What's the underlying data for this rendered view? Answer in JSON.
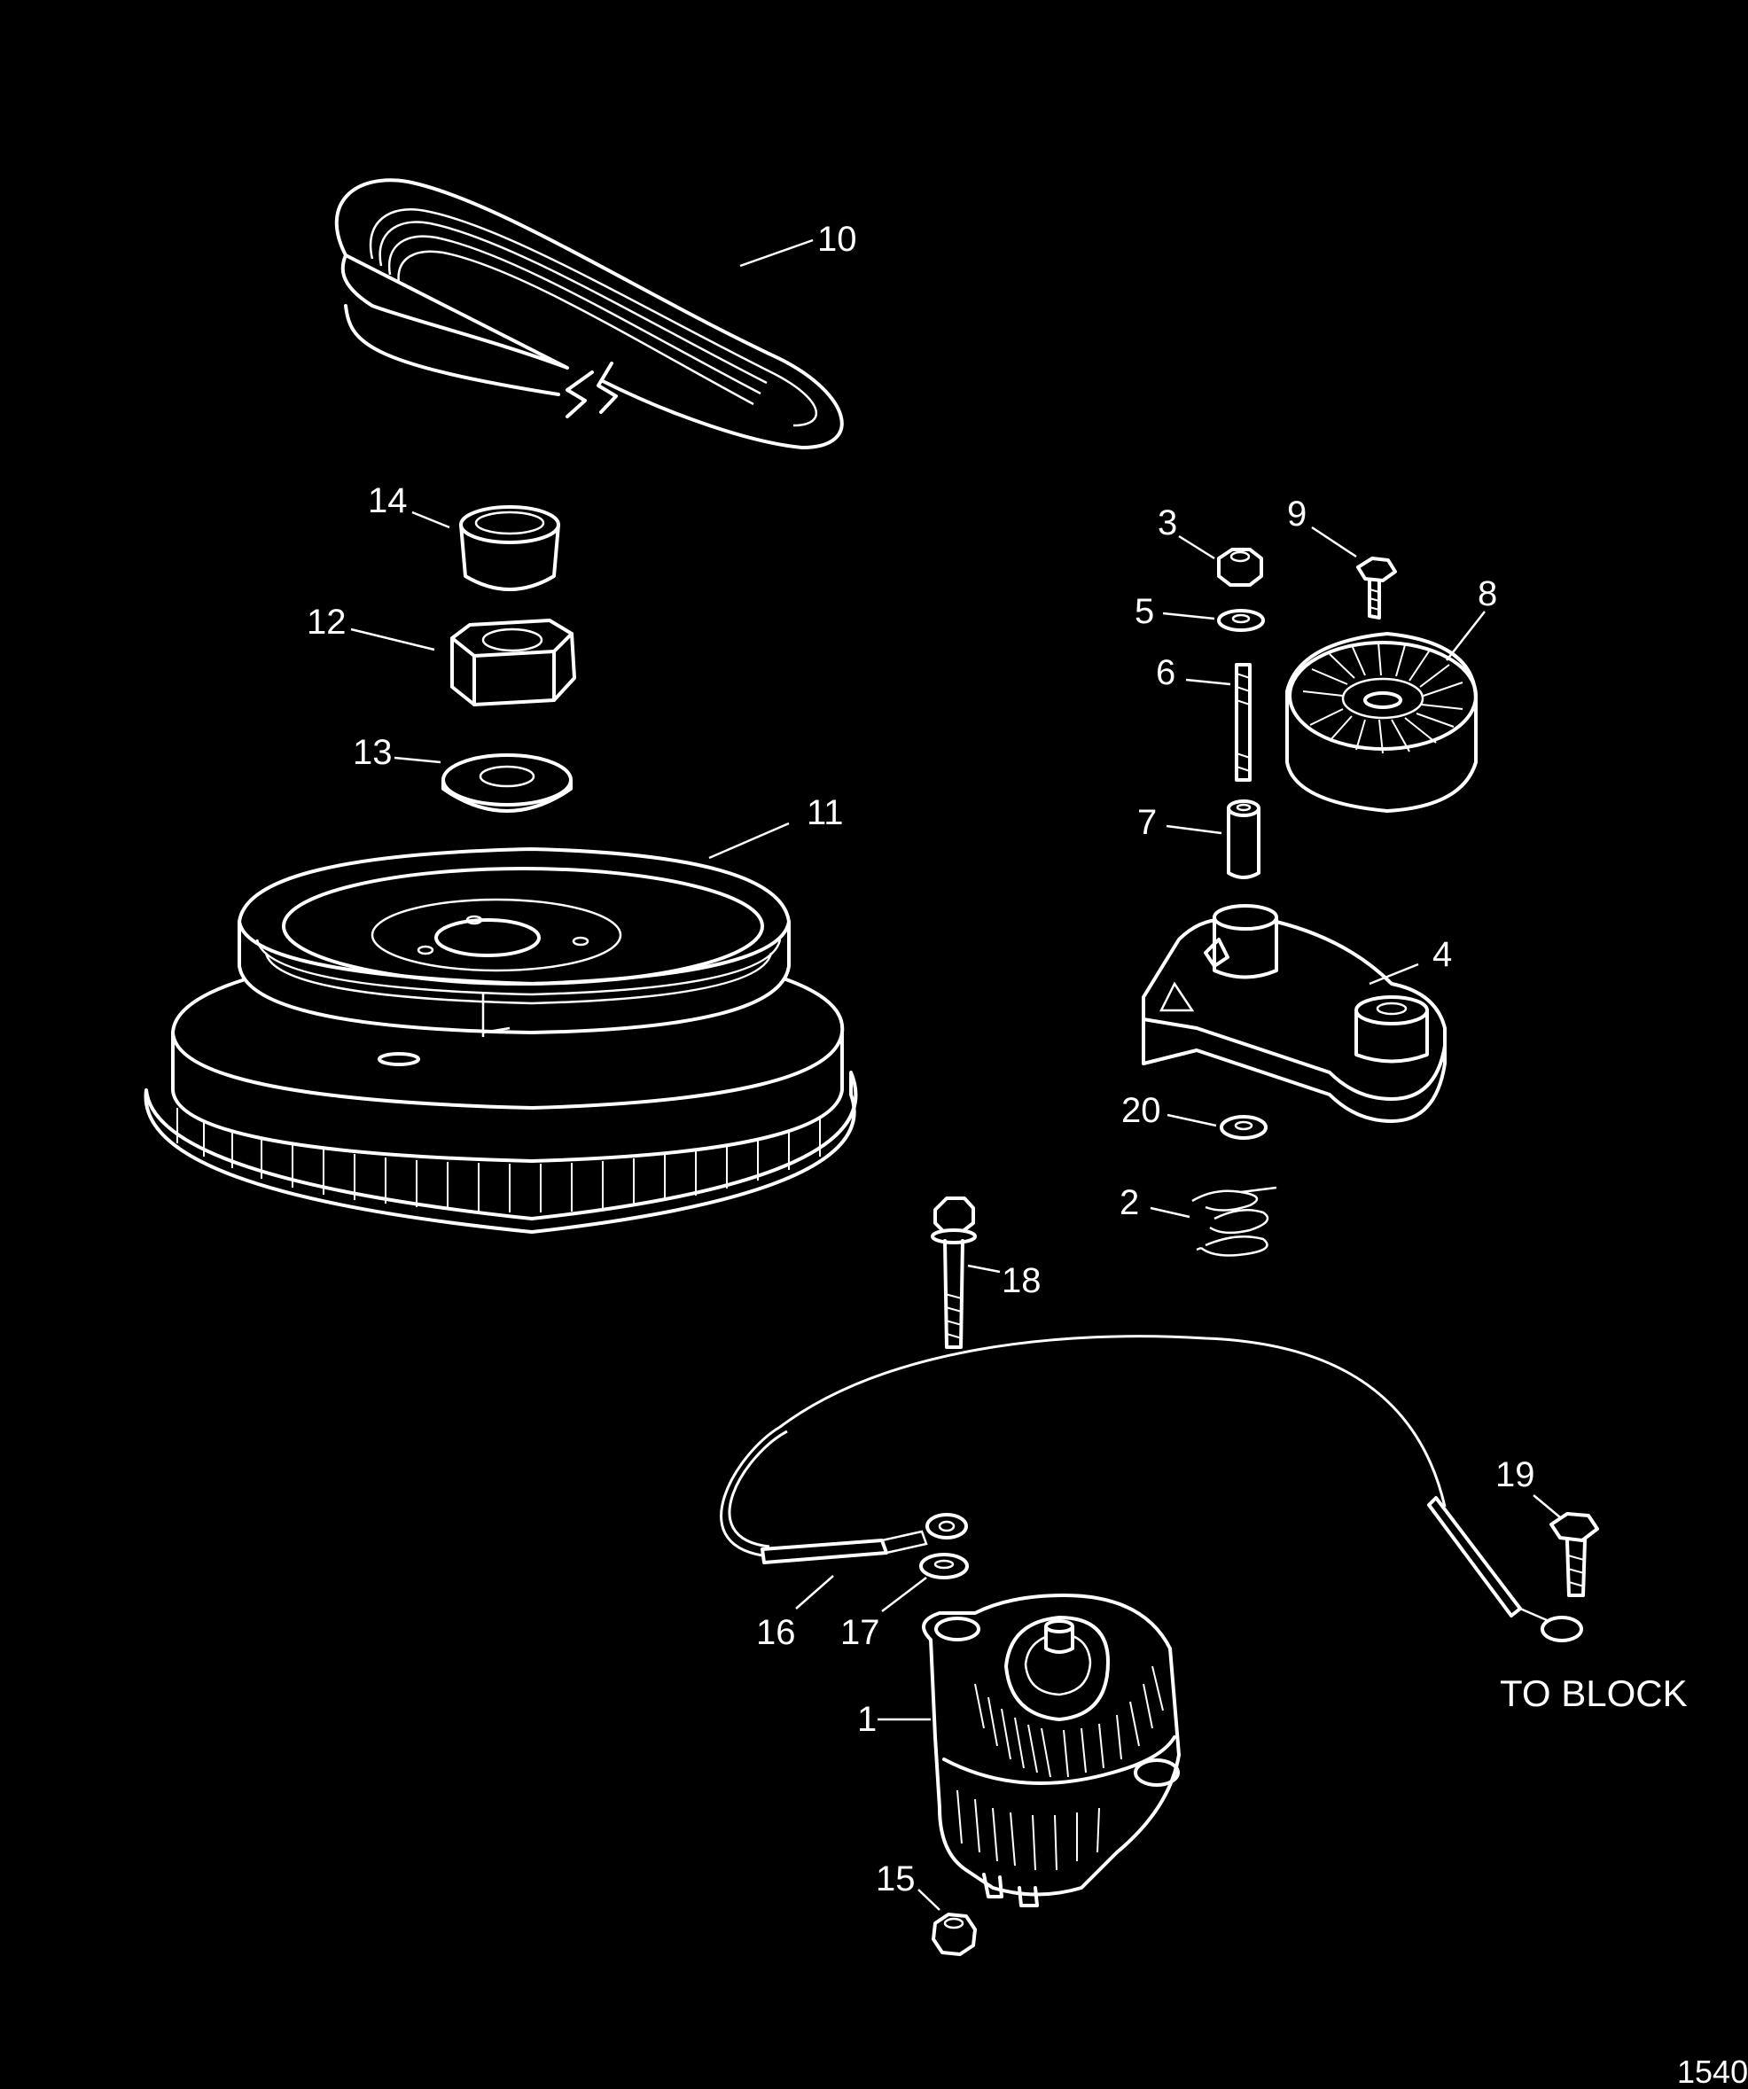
{
  "callouts": {
    "c1": "1",
    "c2": "2",
    "c3": "3",
    "c4": "4",
    "c5": "5",
    "c6": "6",
    "c7": "7",
    "c8": "8",
    "c9": "9",
    "c10": "10",
    "c11": "11",
    "c12": "12",
    "c13": "13",
    "c14": "14",
    "c15": "15",
    "c16": "16",
    "c17": "17",
    "c18": "18",
    "c19": "19",
    "c20": "20"
  },
  "notes": {
    "to_block": "TO BLOCK"
  },
  "doc_id": "1540"
}
